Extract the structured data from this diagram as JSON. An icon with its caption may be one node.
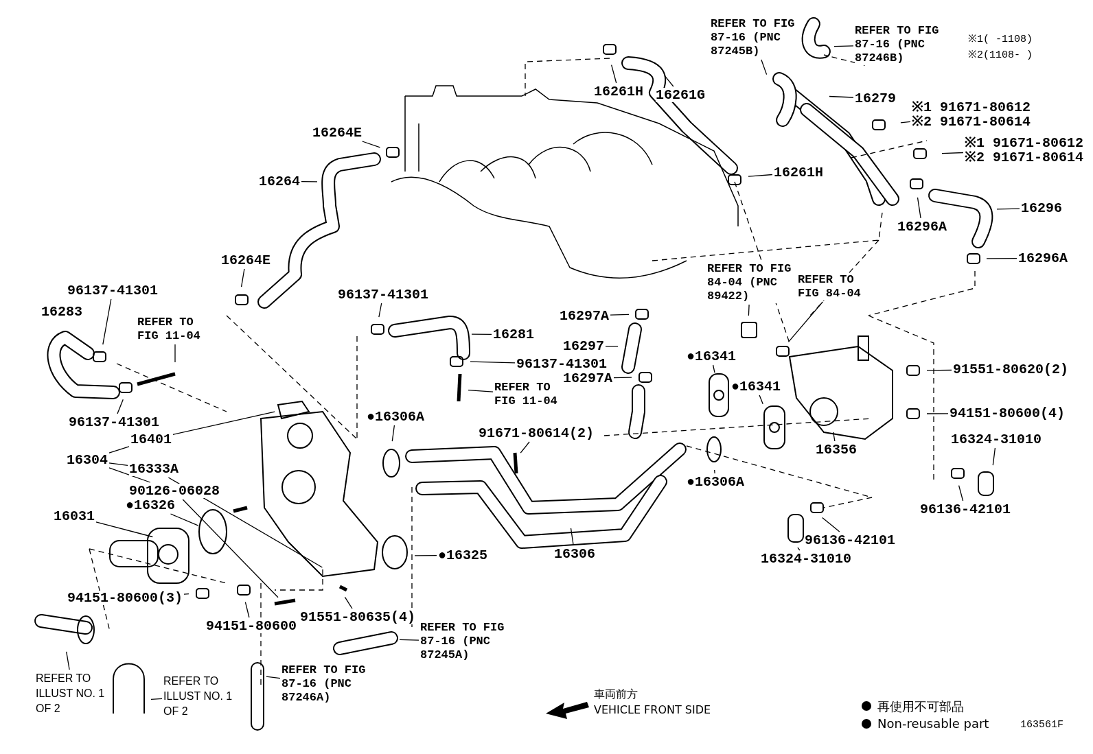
{
  "diagram": {
    "nodes": [
      {
        "text": [
          "REFER TO FIG 87-16 (PNC 87245B)"
        ]
      },
      {
        "text": [
          "REFER TO FIG 87-16 (PNC 87246B)"
        ]
      },
      {
        "text": [
          "16261H"
        ]
      },
      {
        "text": [
          "16261G"
        ]
      },
      {
        "text": [
          "16264E"
        ]
      },
      {
        "text": [
          "16264"
        ]
      },
      {
        "text": [
          "16279"
        ]
      },
      {
        "text": [
          "※1 91671-80612 ※2 91671-80614"
        ]
      },
      {
        "text": [
          "※1 91671-80612 ※2 91671-80614"
        ]
      },
      {
        "text": [
          "16261H"
        ]
      },
      {
        "text": [
          "16296"
        ]
      },
      {
        "text": [
          "16296A"
        ]
      },
      {
        "text": [
          "16296A"
        ]
      },
      {
        "text": [
          "16264E"
        ]
      },
      {
        "text": [
          "96137-41301"
        ]
      },
      {
        "text": [
          "REFER TO FIG 11-04"
        ]
      },
      {
        "text": [
          "96137-41301"
        ]
      },
      {
        "text": [
          "16281"
        ]
      },
      {
        "text": [
          "96137-41301"
        ]
      },
      {
        "text": [
          "REFER TO FIG 11-04"
        ]
      },
      {
        "text": [
          "REFER TO FIG 84-04 (PNC 89422)"
        ]
      },
      {
        "text": [
          "REFER TO FIG 84-04"
        ]
      },
      {
        "text": [
          "16297A"
        ]
      },
      {
        "text": [
          "16297"
        ]
      },
      {
        "text": [
          "16297A"
        ]
      },
      {
        "text": [
          "●16341"
        ]
      },
      {
        "text": [
          "●16341"
        ]
      },
      {
        "text": [
          "96137-41301"
        ]
      },
      {
        "text": [
          "●16306A"
        ]
      },
      {
        "text": [
          "91671-80614(2)"
        ]
      },
      {
        "text": [
          "91551-80620(2)"
        ]
      },
      {
        "text": [
          "94151-80600(4)"
        ]
      },
      {
        "text": [
          "16401"
        ]
      },
      {
        "text": [
          "16304"
        ]
      },
      {
        "text": [
          "16333A"
        ]
      },
      {
        "text": [
          "90126-06028"
        ]
      },
      {
        "text": [
          "16356"
        ]
      },
      {
        "text": [
          "16324-31010"
        ]
      },
      {
        "text": [
          "●16306A"
        ]
      },
      {
        "text": [
          "●16326"
        ]
      },
      {
        "text": [
          "16031"
        ]
      },
      {
        "text": [
          "96136-42101"
        ]
      },
      {
        "text": [
          "16306"
        ]
      },
      {
        "text": [
          "●16325"
        ]
      },
      {
        "text": [
          "96136-42101"
        ]
      },
      {
        "text": [
          "16324-31010"
        ]
      },
      {
        "text": [
          "94151-80600(3)"
        ]
      },
      {
        "text": [
          "94151-80600"
        ]
      },
      {
        "text": [
          "91551-80635(4)"
        ]
      },
      {
        "text": [
          "REFER TO FIG 87-16 (PNC 87245A)"
        ]
      },
      {
        "text": [
          "REFER TO ILLUST NO. 1 OF 2"
        ]
      },
      {
        "text": [
          "REFER TO ILLUST NO. 1 OF 2"
        ]
      },
      {
        "text": [
          "REFER TO FIG 87-16 (PNC 87246A)"
        ]
      }
    ],
    "edges": [
      {
        "from": 0,
        "to": null,
        "arrow": "none"
      },
      {
        "from": 1,
        "to": null,
        "arrow": "none"
      },
      {
        "from": 2,
        "to": null,
        "arrow": "none"
      },
      {
        "from": 3,
        "to": null,
        "arrow": "none"
      },
      {
        "from": 4,
        "to": null,
        "arrow": "none"
      },
      {
        "from": 5,
        "to": null,
        "arrow": "none"
      },
      {
        "from": 6,
        "to": null,
        "arrow": "none"
      },
      {
        "from": 7,
        "to": null,
        "arrow": "none"
      },
      {
        "from": 8,
        "to": null,
        "arrow": "none"
      },
      {
        "from": 9,
        "to": null,
        "arrow": "none"
      },
      {
        "from": 10,
        "to": null,
        "arrow": "none"
      },
      {
        "from": 11,
        "to": null,
        "arrow": "none"
      },
      {
        "from": 12,
        "to": null,
        "arrow": "none"
      },
      {
        "from": 13,
        "to": null,
        "arrow": "none"
      },
      {
        "from": 14,
        "to": null,
        "arrow": "none"
      },
      {
        "from": 15,
        "to": null,
        "arrow": "none"
      },
      {
        "from": 16,
        "to": null,
        "arrow": "none"
      },
      {
        "from": 17,
        "to": null,
        "arrow": "none"
      },
      {
        "from": 18,
        "to": null,
        "arrow": "none"
      },
      {
        "from": 19,
        "to": null,
        "arrow": "none"
      },
      {
        "from": 20,
        "to": null,
        "arrow": "none"
      },
      {
        "from": 21,
        "to": null,
        "arrow": "none"
      },
      {
        "from": 22,
        "to": null,
        "arrow": "none"
      },
      {
        "from": 23,
        "to": null,
        "arrow": "none"
      },
      {
        "from": 24,
        "to": null,
        "arrow": "none"
      },
      {
        "from": 25,
        "to": null,
        "arrow": "none"
      },
      {
        "from": 26,
        "to": null,
        "arrow": "none"
      },
      {
        "from": 27,
        "to": null,
        "arrow": "none"
      },
      {
        "from": 28,
        "to": null,
        "arrow": "none"
      },
      {
        "from": 29,
        "to": null,
        "arrow": "none"
      },
      {
        "from": 30,
        "to": null,
        "arrow": "none"
      },
      {
        "from": 31,
        "to": null,
        "arrow": "none"
      },
      {
        "from": 32,
        "to": null,
        "arrow": "none"
      },
      {
        "from": 33,
        "to": 32,
        "arrow": "none"
      },
      {
        "from": 33,
        "to": 34,
        "arrow": "none"
      },
      {
        "from": 33,
        "to": 35,
        "arrow": "none"
      },
      {
        "from": 34,
        "to": null,
        "arrow": "none"
      },
      {
        "from": 35,
        "to": null,
        "arrow": "none"
      },
      {
        "from": 36,
        "to": null,
        "arrow": "none"
      },
      {
        "from": 37,
        "to": null,
        "arrow": "none"
      },
      {
        "from": 38,
        "to": null,
        "arrow": "none"
      },
      {
        "from": 39,
        "to": null,
        "arrow": "none"
      },
      {
        "from": 40,
        "to": null,
        "arrow": "none"
      },
      {
        "from": 41,
        "to": null,
        "arrow": "none"
      },
      {
        "from": 42,
        "to": null,
        "arrow": "none"
      },
      {
        "from": 43,
        "to": null,
        "arrow": "none"
      },
      {
        "from": 44,
        "to": null,
        "arrow": "none"
      },
      {
        "from": 45,
        "to": null,
        "arrow": "none"
      },
      {
        "from": 46,
        "to": null,
        "arrow": "none"
      },
      {
        "from": 47,
        "to": null,
        "arrow": "none"
      },
      {
        "from": 48,
        "to": null,
        "arrow": "none"
      },
      {
        "from": 49,
        "to": null,
        "arrow": "none"
      },
      {
        "from": 50,
        "to": null,
        "arrow": "none"
      },
      {
        "from": 51,
        "to": null,
        "arrow": "none"
      },
      {
        "from": 52,
        "to": null,
        "arrow": "none"
      }
    ],
    "labels": [
      "※1( -1108)",
      "※2(1108- )",
      "16283",
      "車両前方",
      "VEHICLE FRONT SIDE",
      "163561F"
    ],
    "legend": [
      {
        "text": "再使用不可部品"
      },
      {
        "text": "Non-reusable part"
      }
    ]
  }
}
